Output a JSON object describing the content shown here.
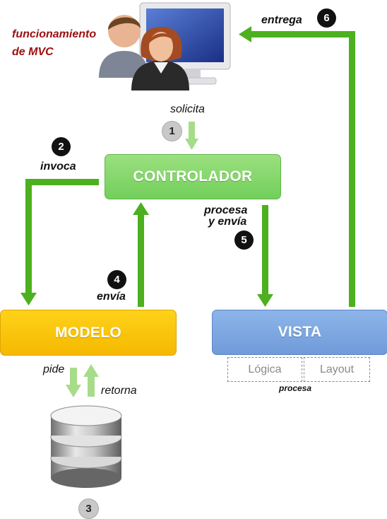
{
  "title": "funcionamiento de MVC",
  "boxes": {
    "controlador": "CONTROLADOR",
    "modelo": "MODELO",
    "vista": "VISTA"
  },
  "vista_parts": [
    "Lógica",
    "Layout"
  ],
  "labels": {
    "solicita": "solicita",
    "invoca": "invoca",
    "pide": "pide",
    "retorna": "retorna",
    "envia": "envía",
    "procesa_envia_1": "procesa",
    "procesa_envia_2": "y envía",
    "entrega": "entrega",
    "procesa": "procesa"
  },
  "steps": [
    "1",
    "2",
    "3",
    "4",
    "5",
    "6"
  ],
  "colors": {
    "arrow": "#4cb01f",
    "controlador": "#7ed366",
    "modelo": "#fbc40b",
    "vista": "#7aa5e0",
    "title": "#9b1010"
  },
  "icons": [
    "users-computer-icon",
    "database-icon"
  ]
}
